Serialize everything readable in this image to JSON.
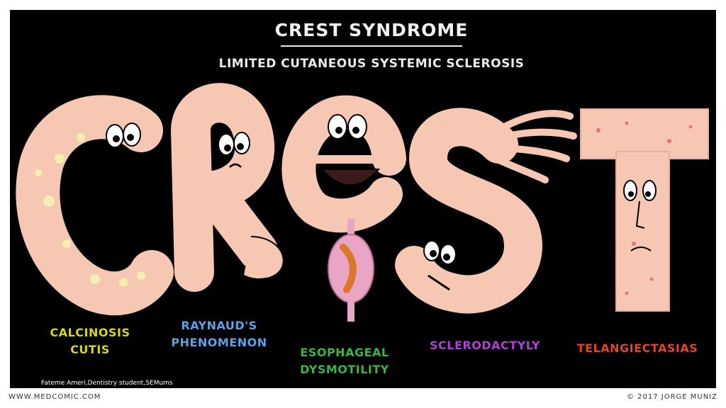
{
  "header": {
    "title": "CREST SYNDROME",
    "subtitle": "LIMITED CUTANEOUS SYSTEMIC SCLEROSIS"
  },
  "labels": {
    "c": [
      "CALCINOSIS",
      "CUTIS"
    ],
    "r": [
      "RAYNAUD'S",
      "PHENOMENON"
    ],
    "e": [
      "ESOPHAGEAL",
      "DYSMOTILITY"
    ],
    "s": "SCLERODACTYLY",
    "t": "TELANGIECTASIAS"
  },
  "credit": "Fateme Ameri,Dentistry student,SEMums",
  "footer": {
    "website": "WWW.MEDCOMIC.COM",
    "copyright": "© 2017 JORGE MUNIZ"
  },
  "colors": {
    "background": "#000000",
    "letter_skin": "#f6c8b4",
    "calcinosis_label": "#d6d61e",
    "raynaud_label": "#5fa0e6",
    "esophageal_label": "#39b54a",
    "sclero_label": "#b040d8",
    "telangiectasia_label": "#e0442c"
  }
}
